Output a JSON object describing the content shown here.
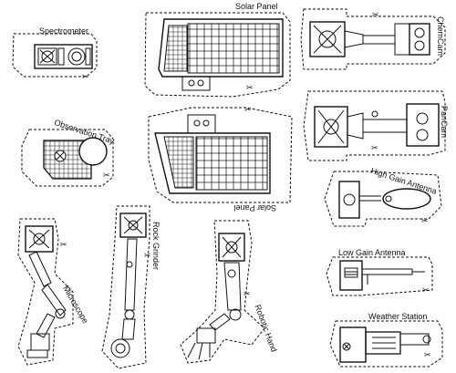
{
  "parts": {
    "spectrometer": "Spectrometer",
    "solar_panel_top": "Solar Panel",
    "chemcam": "ChemCam",
    "observation_tray": "Observation Tray",
    "solar_panel_bottom": "Solar Panel",
    "pancam": "PanCam",
    "high_gain_antenna": "High Gain Antenna",
    "rock_grinder": "Rock Grinder",
    "microscope": "Microscope",
    "robotic_hand": "Robotic Hand",
    "low_gain_antenna": "Low Gain Antenna",
    "weather_station": "Weather Station"
  },
  "scissors_glyph": "✂",
  "colors": {
    "ink": "#111111",
    "paper": "#ffffff"
  }
}
